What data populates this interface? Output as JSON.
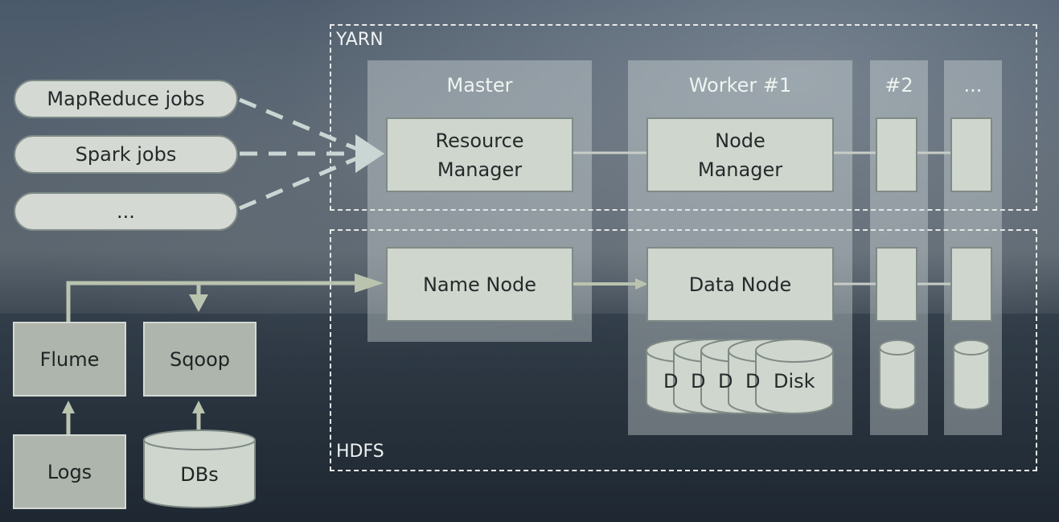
{
  "jobs": [
    "MapReduce jobs",
    "Spark jobs",
    "..."
  ],
  "zones": {
    "yarn": "YARN",
    "hdfs": "HDFS"
  },
  "columns": {
    "master": "Master",
    "worker1": "Worker #1",
    "worker2": "#2",
    "worker_more": "..."
  },
  "nodes": {
    "resource_manager": "Resource Manager",
    "node_manager": "Node Manager",
    "name_node": "Name Node",
    "data_node": "Data Node",
    "disk_partial": "D",
    "disk": "Disk"
  },
  "ingest": {
    "flume": "Flume",
    "sqoop": "Sqoop",
    "logs": "Logs",
    "dbs": "DBs"
  },
  "colors": {
    "arrow_light": "#c9d6d3",
    "arrow_green": "#b9c3ae",
    "box": "#cfd6cd",
    "dark_box": "#aeb5ac"
  }
}
